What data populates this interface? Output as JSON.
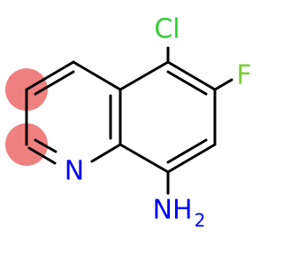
{
  "molecule": {
    "atoms": {
      "chlorine": {
        "symbol": "Cl",
        "color": "#33cc33"
      },
      "fluorine": {
        "symbol": "F",
        "color": "#80cc33"
      },
      "nitrogen_ring": {
        "symbol": "N",
        "color": "#0000ff"
      },
      "amine": {
        "symbol": "NH",
        "subscript": "2",
        "color": "#0000ff"
      }
    },
    "highlight_color": "#f08080",
    "bond_color": "#000000"
  }
}
